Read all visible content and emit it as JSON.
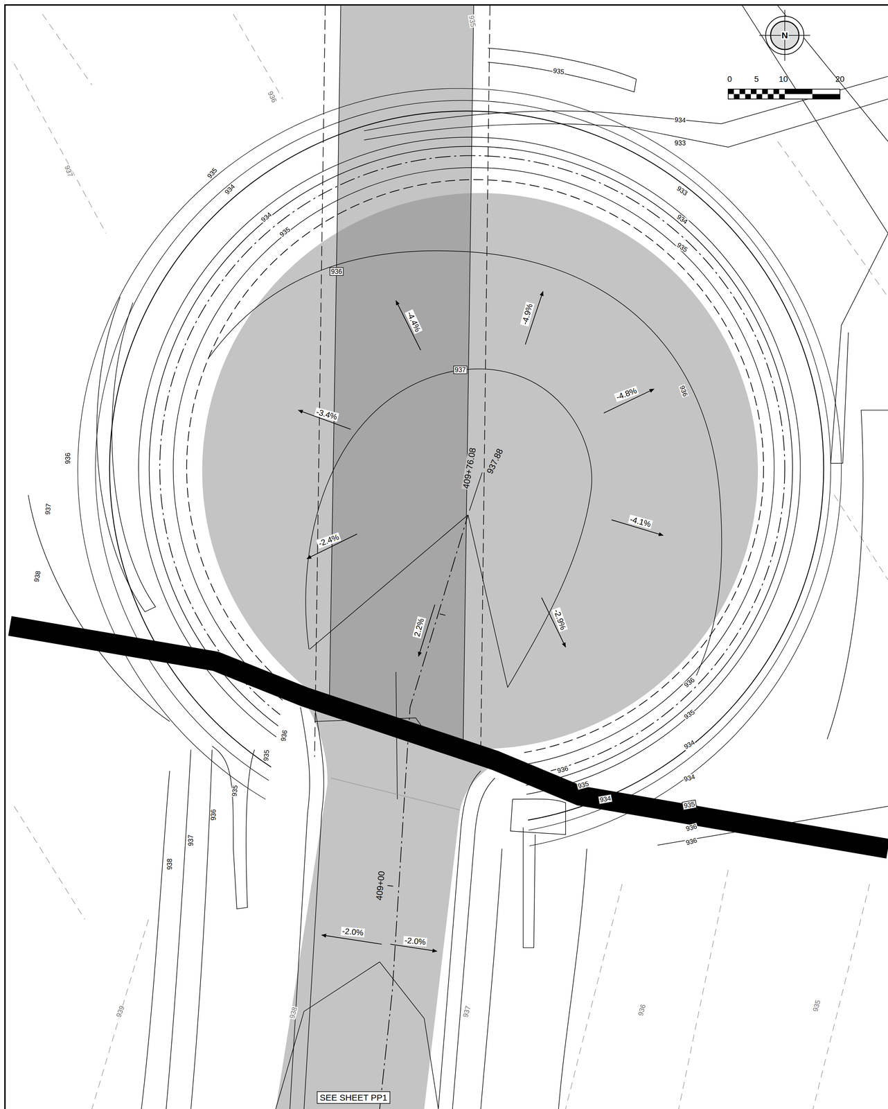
{
  "diagram": {
    "nodes": [
      {
        "text": [
          "SEE SHEET PP1"
        ]
      }
    ],
    "labels": [
      "935",
      "N",
      "0",
      "5",
      "10",
      "20",
      "935",
      "936",
      "934",
      "933",
      "937",
      "935",
      "934",
      "933",
      "934",
      "934",
      "935",
      "935",
      "936",
      "-4.4%",
      "-4.9%",
      "937",
      "-4.8%",
      "936",
      "-3.4%",
      "409+76.08",
      "937.88",
      "936",
      "937",
      "-4.1%",
      "-2.4%",
      "938",
      "-2.9%",
      "2.2%",
      "936",
      "935",
      "936",
      "934",
      "935",
      "936",
      "934",
      "935",
      "935",
      "934",
      "935",
      "936",
      "936",
      "937",
      "936",
      "938",
      "409+00",
      "-2.0%",
      "-2.0%",
      "936",
      "935",
      "939",
      "938",
      "937"
    ]
  }
}
